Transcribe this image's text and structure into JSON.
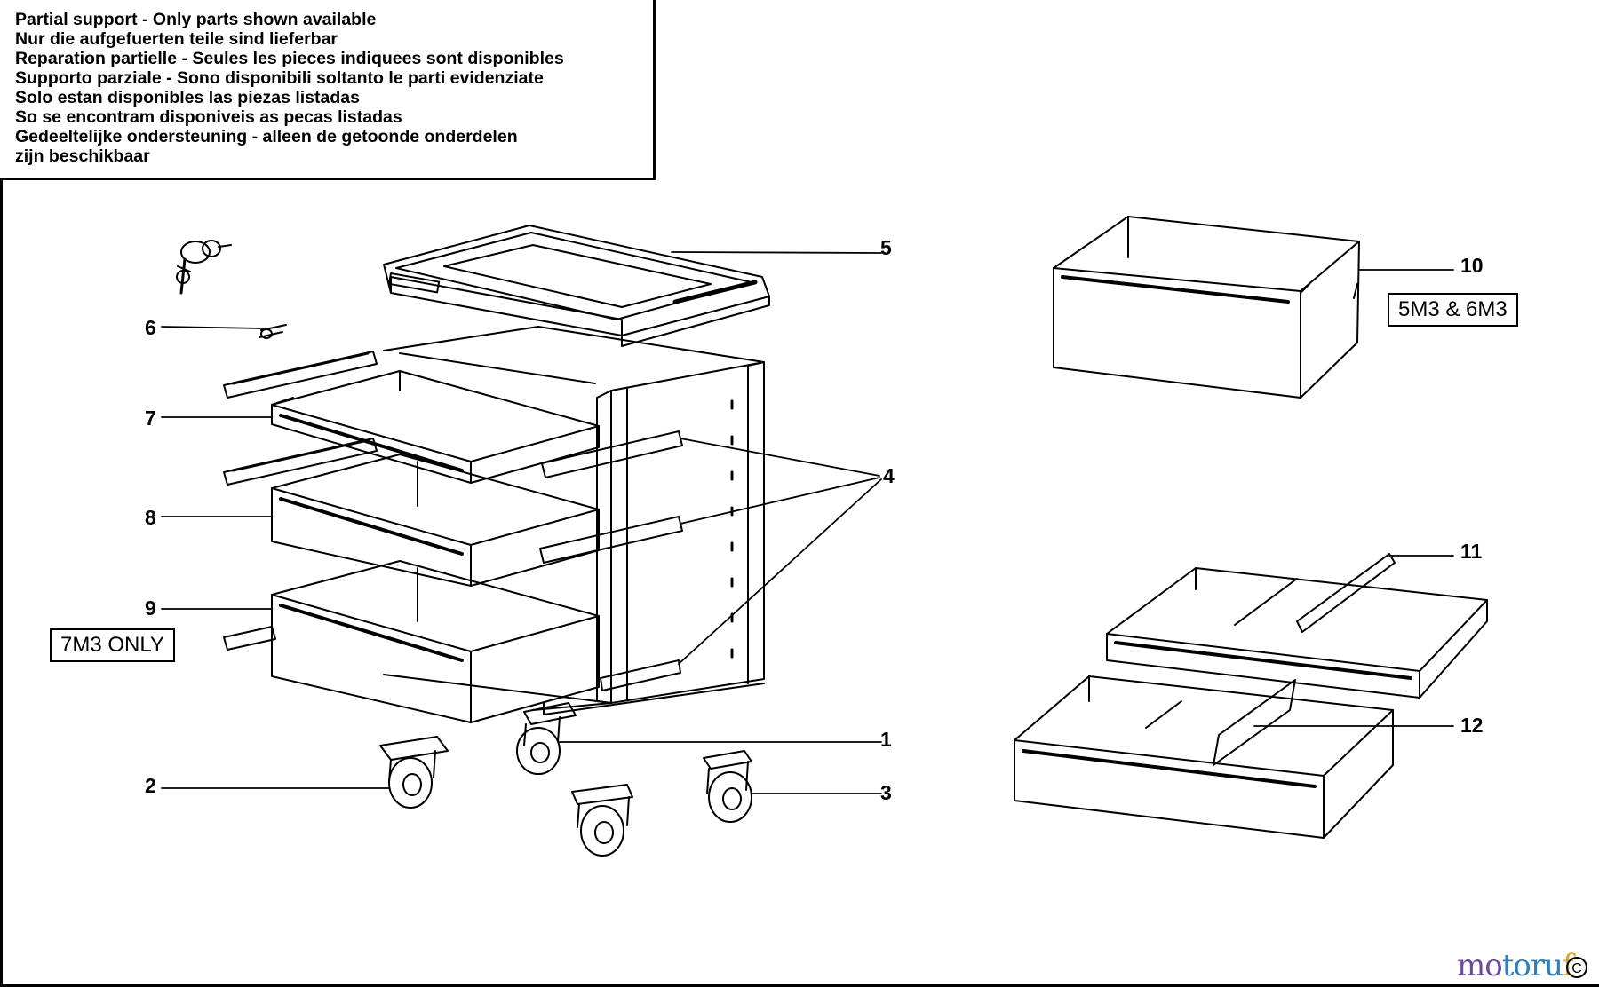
{
  "notice": {
    "lines": [
      "Partial support - Only parts shown available",
      "Nur die aufgefuerten teile sind lieferbar",
      "Reparation partielle - Seules les pieces indiquees sont disponibles",
      "Supporto parziale - Sono disponibili soltanto le parti evidenziate",
      "Solo estan disponibles las piezas listadas",
      "So se encontram disponiveis as pecas listadas",
      "Gedeeltelijke ondersteuning - alleen de getoonde onderdelen",
      "zijn beschikbaar"
    ]
  },
  "callouts": {
    "p1": "1",
    "p2": "2",
    "p3": "3",
    "p4": "4",
    "p5": "5",
    "p6": "6",
    "p7": "7",
    "p8": "8",
    "p9": "9",
    "p10": "10",
    "p11": "11",
    "p12": "12"
  },
  "tags": {
    "model_7m3": "7M3 ONLY",
    "model_5m3_6m3": "5M3 & 6M3"
  },
  "watermark": {
    "part1": "mo",
    "part2": "toru",
    "part3": "f",
    "copyright": "C"
  }
}
